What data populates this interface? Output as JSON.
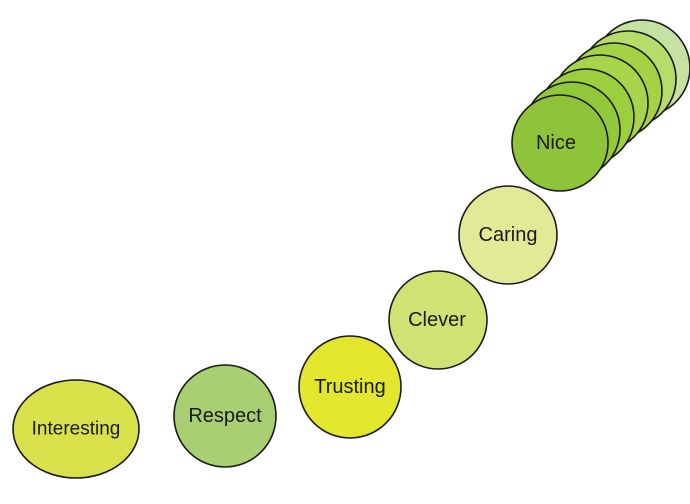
{
  "diagram": {
    "bubbles": [
      {
        "id": "interesting",
        "label": "Interesting",
        "color": "#d9e24a"
      },
      {
        "id": "respect",
        "label": "Respect",
        "color": "#a8cf72"
      },
      {
        "id": "trusting",
        "label": "Trusting",
        "color": "#e2e62c"
      },
      {
        "id": "clever",
        "label": "Clever",
        "color": "#cfe372"
      },
      {
        "id": "caring",
        "label": "Caring",
        "color": "#e2ea98"
      },
      {
        "id": "nice",
        "label": "Nice",
        "color": "#8fc43a"
      }
    ],
    "stack": {
      "colors": [
        "#c6e2a2",
        "#b6dc6c",
        "#a5d244",
        "#a8d44c",
        "#9ccf3e",
        "#92c93a"
      ]
    }
  }
}
